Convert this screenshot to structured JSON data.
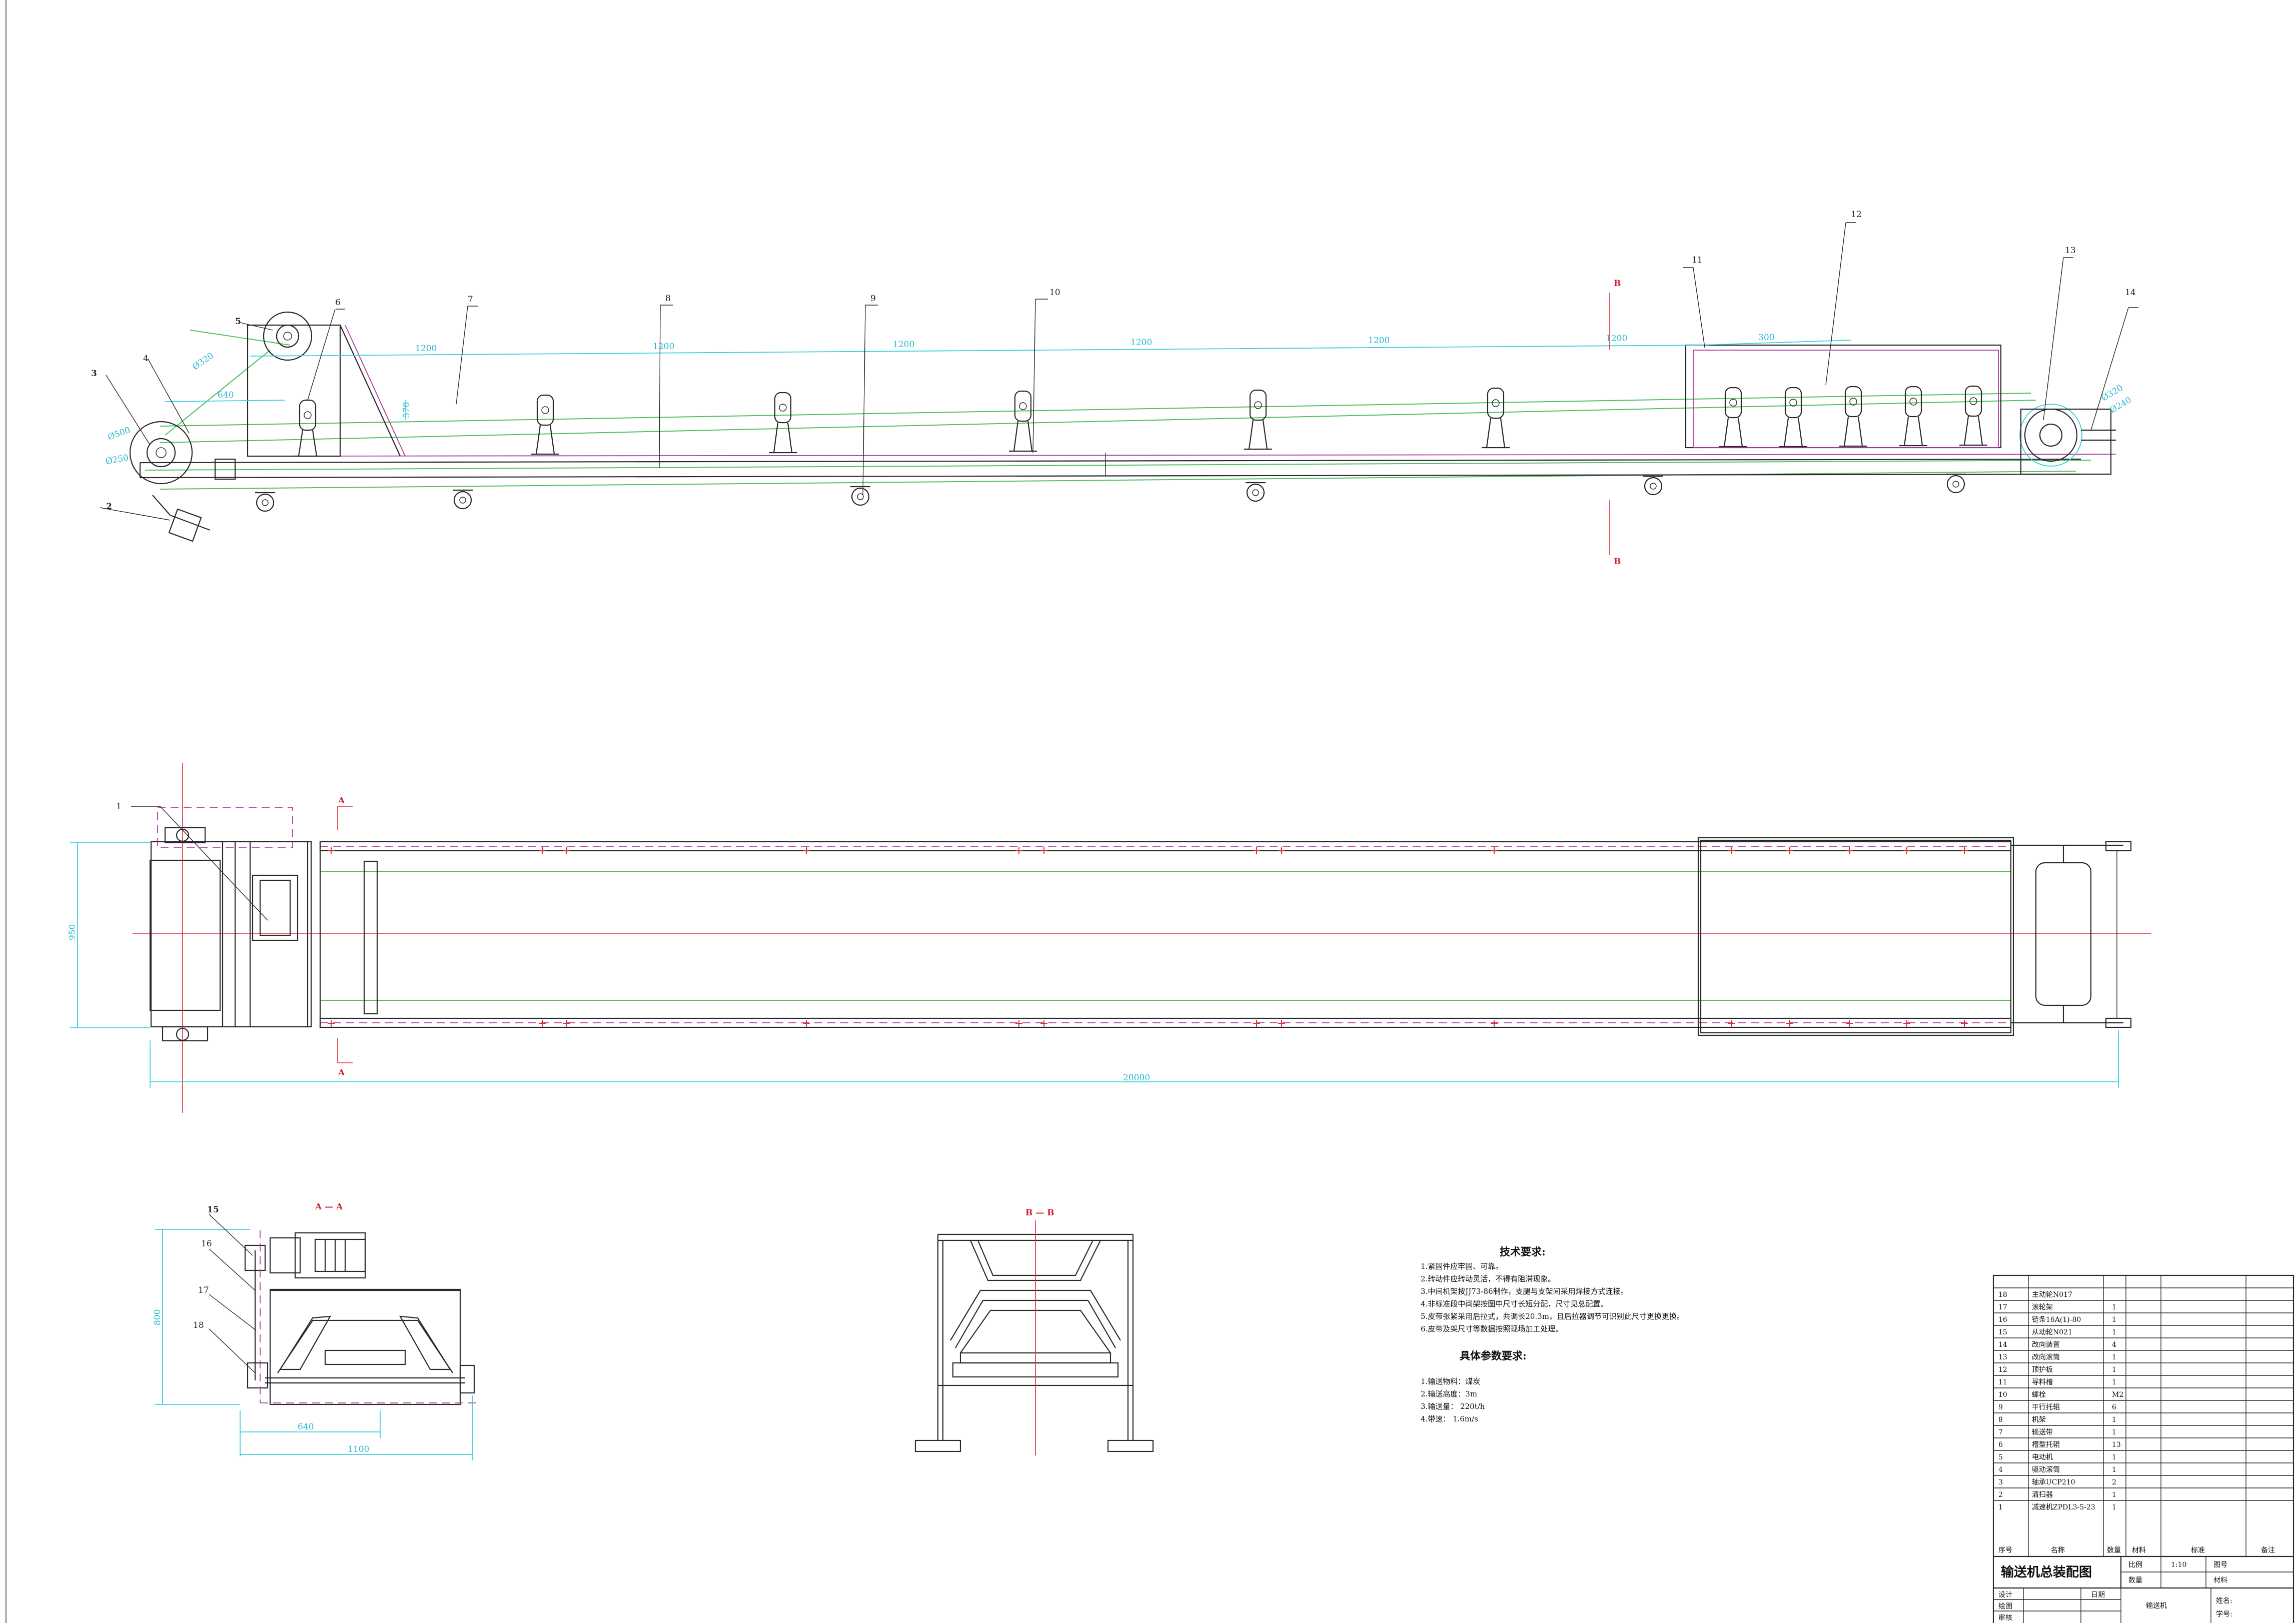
{
  "drawing": {
    "part_labels": [
      "1",
      "2",
      "3",
      "4",
      "5",
      "6",
      "7",
      "8",
      "9",
      "10",
      "11",
      "12",
      "13",
      "14",
      "15",
      "16",
      "17",
      "18"
    ],
    "section_marks": {
      "a": "A",
      "b": "B",
      "section_aa": "A — A",
      "section_bb": "B — B"
    },
    "dimensions": {
      "spacing": "1200",
      "spacing_short": "300",
      "head_offset": "640",
      "belt_height": "570",
      "total_length": "20000",
      "width_plan": "950",
      "section_height": "800",
      "section_inner": "640",
      "section_outer": "1100",
      "dia_drive_1": "Ø320",
      "dia_drive_2": "Ø500",
      "dia_drive_3": "Ø250",
      "dia_tail_1": "Ø320",
      "dia_tail_2": "Ø240"
    }
  },
  "notes": {
    "tech_title": "技术要求:",
    "tech_items": [
      "1.紧固件应牢固、可靠。",
      "2.转动件应转动灵活，不得有阻滞现象。",
      "3.中间机架按JJ73-86制作，支腿与支架间采用焊接方式连接。",
      "4.非标准段中间架按图中尺寸长短分配，尺寸见总配置。",
      "5.皮带张紧采用后拉式，共调长20.3m，且后拉器调节可识别此尺寸更换更换。",
      "6.皮带及架尺寸等数据按照现场加工处理。"
    ],
    "param_title": "具体参数要求:",
    "param_items": [
      "1.输送物料：煤炭",
      "2.输送高度：3m",
      "3.输送量：  220t/h",
      "4.带速：   1.6m/s"
    ]
  },
  "bom": {
    "rows": [
      {
        "no": "18",
        "name": "主动轮N017",
        "qty": ""
      },
      {
        "no": "17",
        "name": "滚轮架",
        "qty": "1"
      },
      {
        "no": "16",
        "name": "链条16A(1)-80",
        "qty": "1"
      },
      {
        "no": "15",
        "name": "从动轮N021",
        "qty": "1"
      },
      {
        "no": "14",
        "name": "改向装置",
        "qty": "4"
      },
      {
        "no": "13",
        "name": "改向滚筒",
        "qty": "1"
      },
      {
        "no": "12",
        "name": "顶护板",
        "qty": "1"
      },
      {
        "no": "11",
        "name": "导料槽",
        "qty": "1"
      },
      {
        "no": "10",
        "name": "螺栓",
        "qty": "M2"
      },
      {
        "no": "9",
        "name": "平行托辊",
        "qty": "6"
      },
      {
        "no": "8",
        "name": "机架",
        "qty": "1"
      },
      {
        "no": "7",
        "name": "输送带",
        "qty": "1"
      },
      {
        "no": "6",
        "name": "槽型托辊",
        "qty": "13"
      },
      {
        "no": "5",
        "name": "电动机",
        "qty": "1"
      },
      {
        "no": "4",
        "name": "驱动滚筒",
        "qty": "1"
      },
      {
        "no": "3",
        "name": "轴承UCP210",
        "qty": "2"
      },
      {
        "no": "2",
        "name": "清扫器",
        "qty": "1"
      },
      {
        "no": "1",
        "name": "减速机ZPDL3-5-23",
        "qty": "1"
      }
    ],
    "headers": {
      "no": "序号",
      "name": "名称",
      "qty": "数量",
      "material": "材料",
      "standard": "标准",
      "remark": "备注"
    }
  },
  "title_block": {
    "title": "输送机总装配图",
    "scale_label": "比例",
    "scale_value": "1:10",
    "drawing_no_label": "图号",
    "qty_label": "数量",
    "material_label": "材料",
    "design": "设计",
    "drawn": "绘图",
    "check": "审核",
    "date": "日期",
    "product": "输送机",
    "name_label": "姓名:",
    "id_label": "学号:"
  }
}
